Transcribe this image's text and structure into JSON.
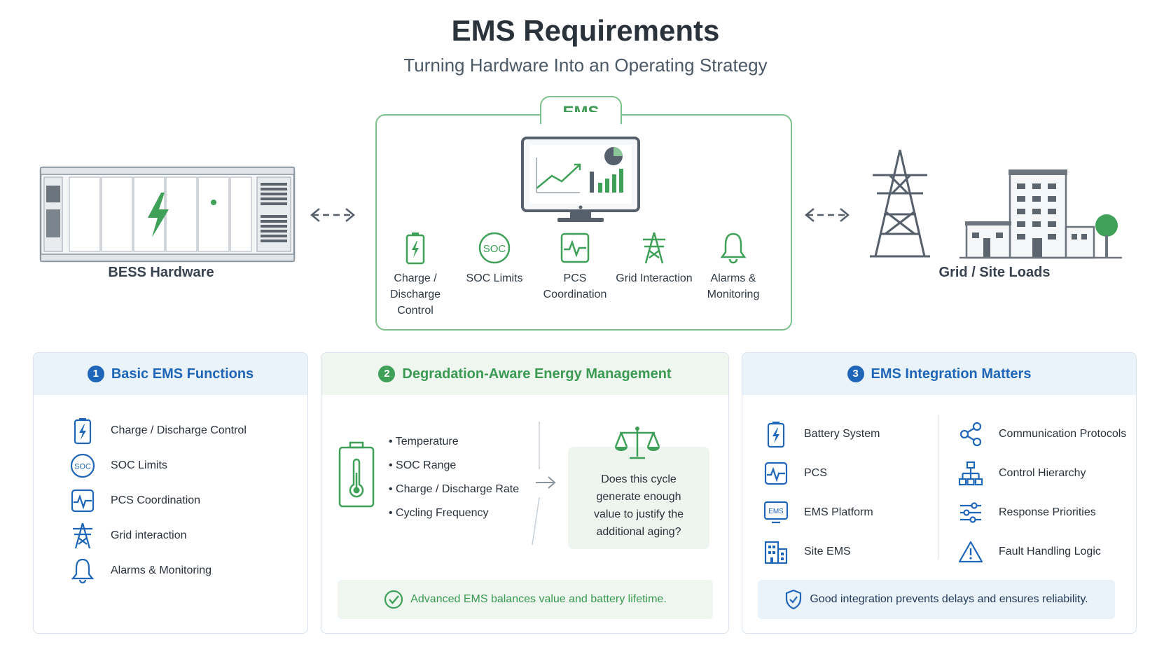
{
  "header": {
    "title": "EMS Requirements",
    "subtitle": "Turning Hardware Into an Operating Strategy"
  },
  "ems": {
    "tab_label": "EMS",
    "features": [
      {
        "label": "Charge / Discharge Control",
        "icon": "battery-charge-icon"
      },
      {
        "label": "SOC Limits",
        "icon": "soc-icon"
      },
      {
        "label": "PCS Coordination",
        "icon": "pcs-icon"
      },
      {
        "label": "Grid Interaction",
        "icon": "transmission-tower-icon"
      },
      {
        "label": "Alarms & Monitoring",
        "icon": "bell-icon"
      }
    ]
  },
  "left_side": {
    "label": "BESS Hardware"
  },
  "right_side": {
    "label": "Grid / Site Loads"
  },
  "panels": {
    "basic": {
      "number": "1",
      "title": "Basic EMS Functions",
      "items": [
        {
          "label": "Charge / Discharge Control",
          "icon": "battery-charge-icon"
        },
        {
          "label": "SOC Limits",
          "icon": "soc-icon"
        },
        {
          "label": "PCS Coordination",
          "icon": "pcs-icon"
        },
        {
          "label": "Grid interaction",
          "icon": "transmission-tower-icon"
        },
        {
          "label": "Alarms & Monitoring",
          "icon": "bell-icon"
        }
      ]
    },
    "degradation": {
      "number": "2",
      "title": "Degradation-Aware Energy Management",
      "factors": [
        "Temperature",
        "SOC Range",
        "Charge / Discharge Rate",
        "Cycling Frequency"
      ],
      "question": "Does this cycle generate enough value to justify the additional aging?",
      "question_lines": [
        "Does this cycle",
        "generate enough",
        "value to justify the",
        "additional aging?"
      ],
      "banner": "Advanced EMS balances value and battery lifetime."
    },
    "integration": {
      "number": "3",
      "title": "EMS Integration Matters",
      "left_items": [
        {
          "label": "Battery System",
          "icon": "battery-charge-icon"
        },
        {
          "label": "PCS",
          "icon": "pcs-icon"
        },
        {
          "label": "EMS Platform",
          "icon": "ems-monitor-icon",
          "icon_text": "EMS"
        },
        {
          "label": "Site EMS",
          "icon": "site-building-icon"
        }
      ],
      "right_items": [
        {
          "label": "Communication Protocols",
          "icon": "share-icon"
        },
        {
          "label": "Control Hierarchy",
          "icon": "hierarchy-icon"
        },
        {
          "label": "Response Priorities",
          "icon": "sliders-icon"
        },
        {
          "label": "Fault Handling Logic",
          "icon": "warning-icon"
        }
      ],
      "banner": "Good integration prevents delays and ensures reliability."
    }
  },
  "colors": {
    "green": "#3f9a55",
    "blue": "#1f66b8",
    "slate": "#55606c"
  },
  "icons": {
    "soc_text": "SOC"
  }
}
